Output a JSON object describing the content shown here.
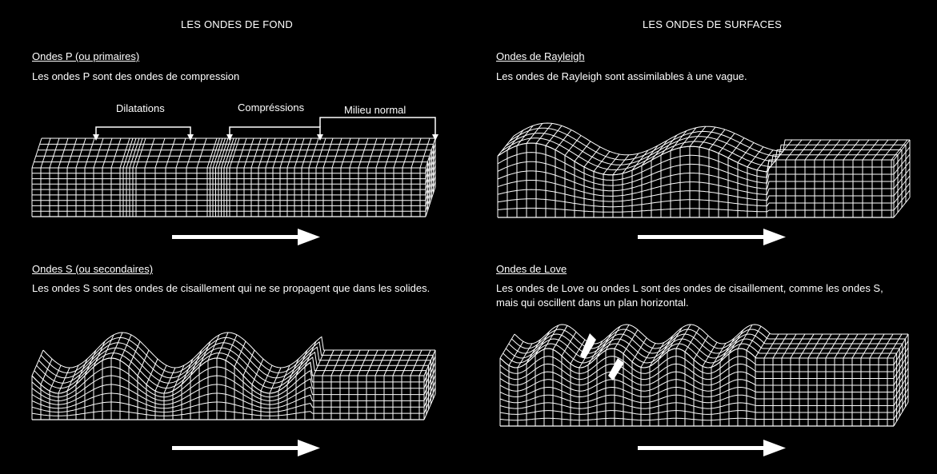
{
  "deep": {
    "title": "LES ONDES DE FOND",
    "p": {
      "title": "Ondes P (ou primaires)",
      "desc": "Les ondes P sont des ondes de compression",
      "labels": {
        "dilatations": "Dilatations",
        "compressions": "Compréssions",
        "normal": "Milieu normal"
      }
    },
    "s": {
      "title": "Ondes S (ou secondaires)",
      "desc": "Les ondes S sont des ondes de cisaillement qui ne se propagent que dans les solides."
    }
  },
  "surface": {
    "title": "LES ONDES DE SURFACES",
    "rayleigh": {
      "title": "Ondes de Rayleigh",
      "desc": "Les ondes de Rayleigh sont assimilables à une vague."
    },
    "love": {
      "title": "Ondes de Love",
      "desc_line1": "Les ondes de Love ou ondes L sont des ondes de cisaillement, comme les ondes S,",
      "desc_line2": "mais qui oscillent dans un plan horizontal."
    }
  },
  "colors": {
    "background": "#000000",
    "foreground": "#ffffff"
  },
  "icons": {
    "propagation": "arrow-right-icon"
  }
}
